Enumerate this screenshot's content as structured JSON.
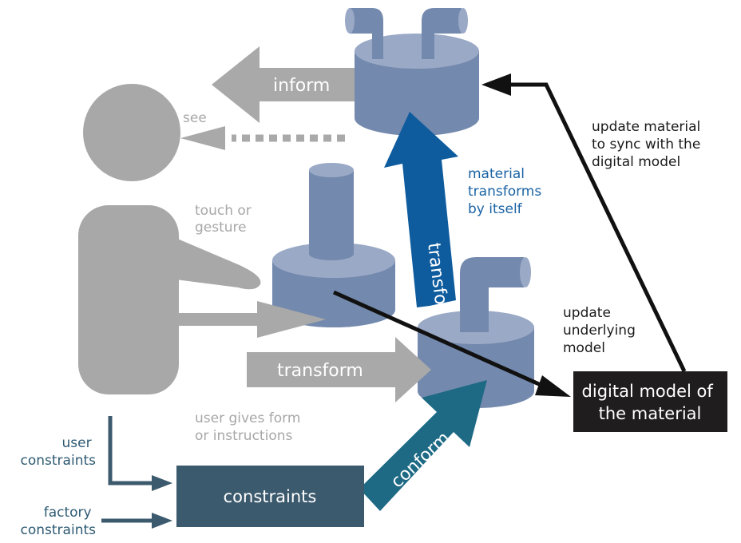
{
  "labels": {
    "inform": "inform",
    "see": "see",
    "touch_or_gesture": [
      "touch or",
      "gesture"
    ],
    "transform_vertical": "transform",
    "material_transforms_by_itself": [
      "material",
      "transforms",
      "by itself"
    ],
    "update_material_sync": [
      "update material",
      "to sync with the",
      "digital model"
    ],
    "update_underlying_model": [
      "update",
      "underlying",
      "model"
    ],
    "transform_horizontal": "transform",
    "digital_model": [
      "digital model of",
      "the material"
    ],
    "user_gives_form": [
      "user gives form",
      "or instructions"
    ],
    "conform": "conform",
    "constraints": "constraints",
    "user_constraints": [
      "user",
      "constraints"
    ],
    "factory_constraints": [
      "factory",
      "constraints"
    ]
  },
  "colors": {
    "person": "#a8a8a8",
    "gray_arrow": "#a9a9a9",
    "cylinder_side": "#7389ad",
    "cylinder_top": "#9aa9c6",
    "blue_arrow": "#0e5c9e",
    "teal_arrow": "#1e6a85",
    "constraints_box": "#3c5a6d",
    "digital_box": "#1f1d1e",
    "line_dark": "#111111",
    "label_blue": "#1a63a4",
    "label_teal": "#2e5a72"
  }
}
